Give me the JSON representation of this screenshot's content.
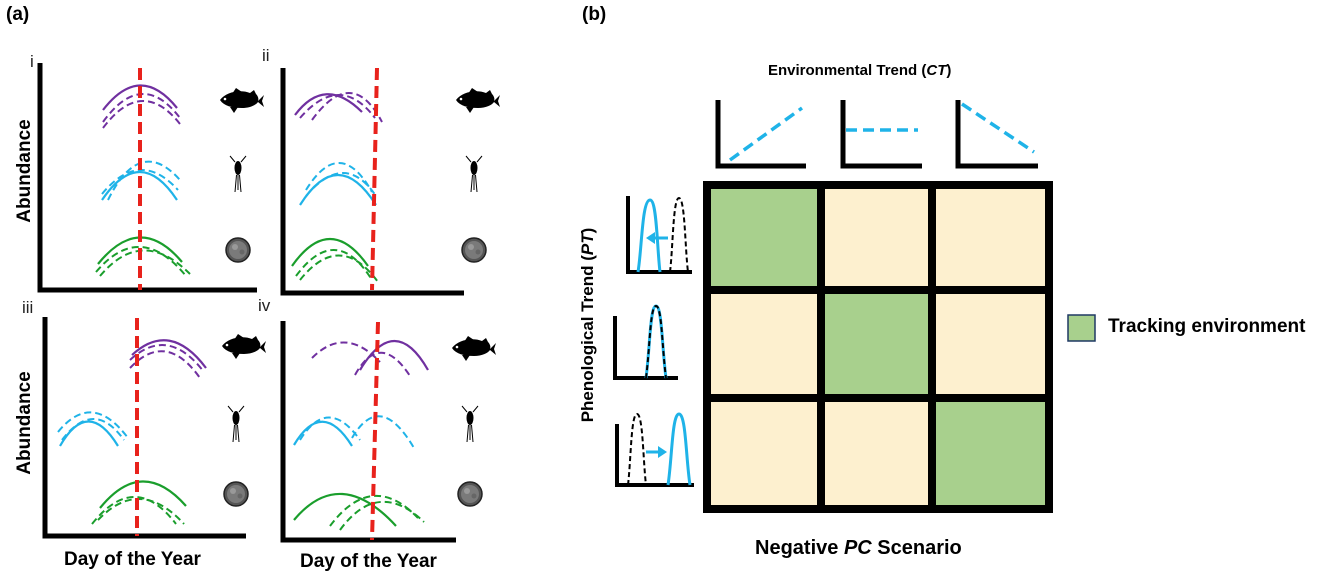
{
  "panel_a": {
    "label": "(a)",
    "subpanels": [
      "i",
      "ii",
      "iii",
      "iv"
    ],
    "y_label": "Abundance",
    "x_label": "Day of the Year",
    "icons": [
      "fish-icon",
      "copepod-icon",
      "phytoplankton-icon"
    ]
  },
  "panel_b": {
    "label": "(b)",
    "environmental_trend_prefix": "Environmental Trend (",
    "environmental_trend_abbr": "CT",
    "environmental_trend_suffix": ")",
    "phenological_trend_prefix": "Phenological Trend (",
    "phenological_trend_abbr": "PT",
    "phenological_trend_suffix": ")",
    "scenario_prefix": "Negative ",
    "scenario_abbr": "PC",
    "scenario_suffix": " Scenario",
    "legend_label": "Tracking environment",
    "grid": [
      [
        "tracking",
        "not-tracking",
        "not-tracking"
      ],
      [
        "not-tracking",
        "tracking",
        "not-tracking"
      ],
      [
        "not-tracking",
        "not-tracking",
        "tracking"
      ]
    ]
  },
  "colors": {
    "fish": "#7030a0",
    "zooplankton": "#1fb3e8",
    "phytoplankton": "#1a9e2c",
    "reference_line": "#e8221c",
    "tracking": "#a8d08d",
    "not_tracking": "#fdf0cf"
  }
}
